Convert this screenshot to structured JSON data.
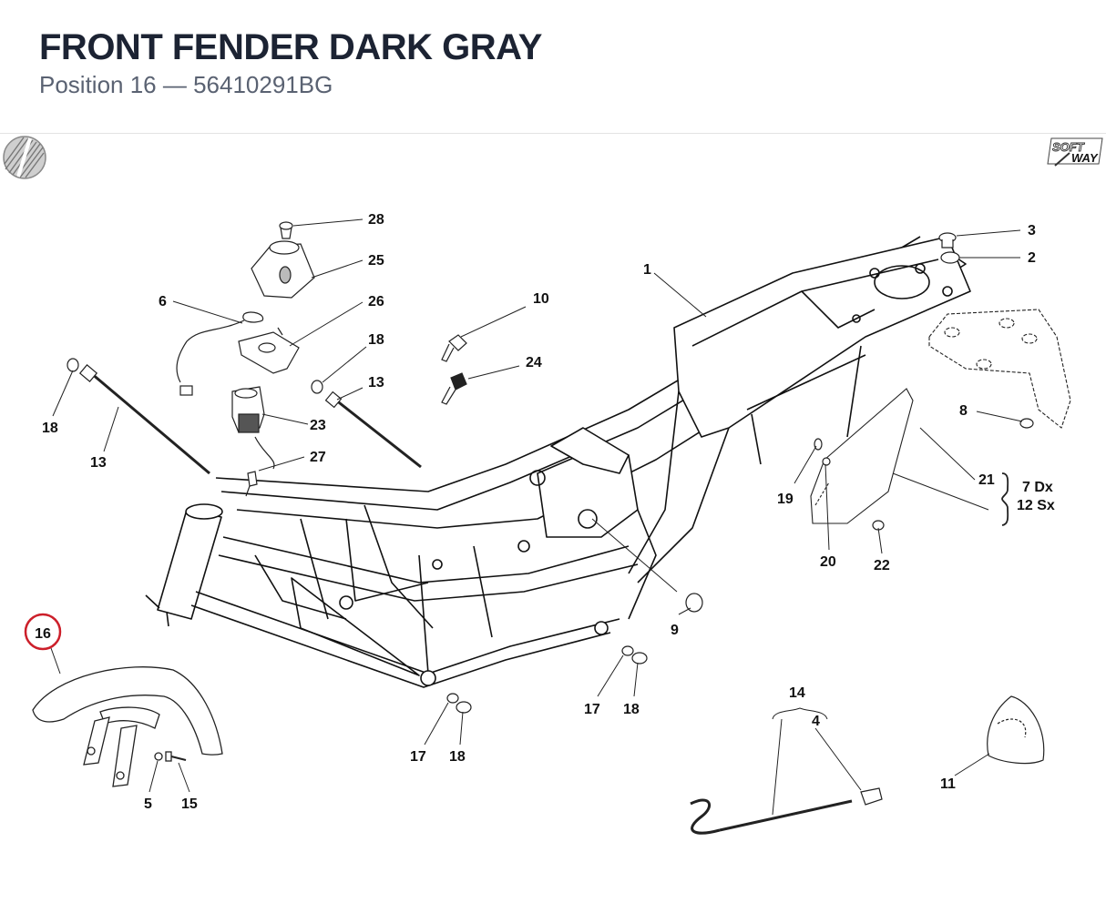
{
  "header": {
    "title": "FRONT FENDER DARK GRAY",
    "subtitle": "Position 16 — 56410291BG"
  },
  "brand": {
    "logo_top": "SOFT",
    "logo_bottom": "WAY"
  },
  "highlight": {
    "position_label": "16",
    "color": "#cc1f2a"
  },
  "callouts": [
    {
      "id": "c28",
      "text": "28"
    },
    {
      "id": "c25",
      "text": "25"
    },
    {
      "id": "c6",
      "text": "6"
    },
    {
      "id": "c26",
      "text": "26"
    },
    {
      "id": "c18a",
      "text": "18"
    },
    {
      "id": "c13a",
      "text": "13"
    },
    {
      "id": "c23",
      "text": "23"
    },
    {
      "id": "c27",
      "text": "27"
    },
    {
      "id": "c18b",
      "text": "18"
    },
    {
      "id": "c13b",
      "text": "13"
    },
    {
      "id": "c10",
      "text": "10"
    },
    {
      "id": "c24",
      "text": "24"
    },
    {
      "id": "c1",
      "text": "1"
    },
    {
      "id": "c3",
      "text": "3"
    },
    {
      "id": "c2",
      "text": "2"
    },
    {
      "id": "c8",
      "text": "8"
    },
    {
      "id": "c21",
      "text": "21"
    },
    {
      "id": "c7dx",
      "text": "7 Dx"
    },
    {
      "id": "c12sx",
      "text": "12 Sx"
    },
    {
      "id": "c19",
      "text": "19"
    },
    {
      "id": "c20",
      "text": "20"
    },
    {
      "id": "c22",
      "text": "22"
    },
    {
      "id": "c9",
      "text": "9"
    },
    {
      "id": "c17a",
      "text": "17"
    },
    {
      "id": "c18c",
      "text": "18"
    },
    {
      "id": "c17b",
      "text": "17"
    },
    {
      "id": "c18d",
      "text": "18"
    },
    {
      "id": "c5",
      "text": "5"
    },
    {
      "id": "c15",
      "text": "15"
    },
    {
      "id": "c14",
      "text": "14"
    },
    {
      "id": "c4",
      "text": "4"
    },
    {
      "id": "c11",
      "text": "11"
    }
  ]
}
